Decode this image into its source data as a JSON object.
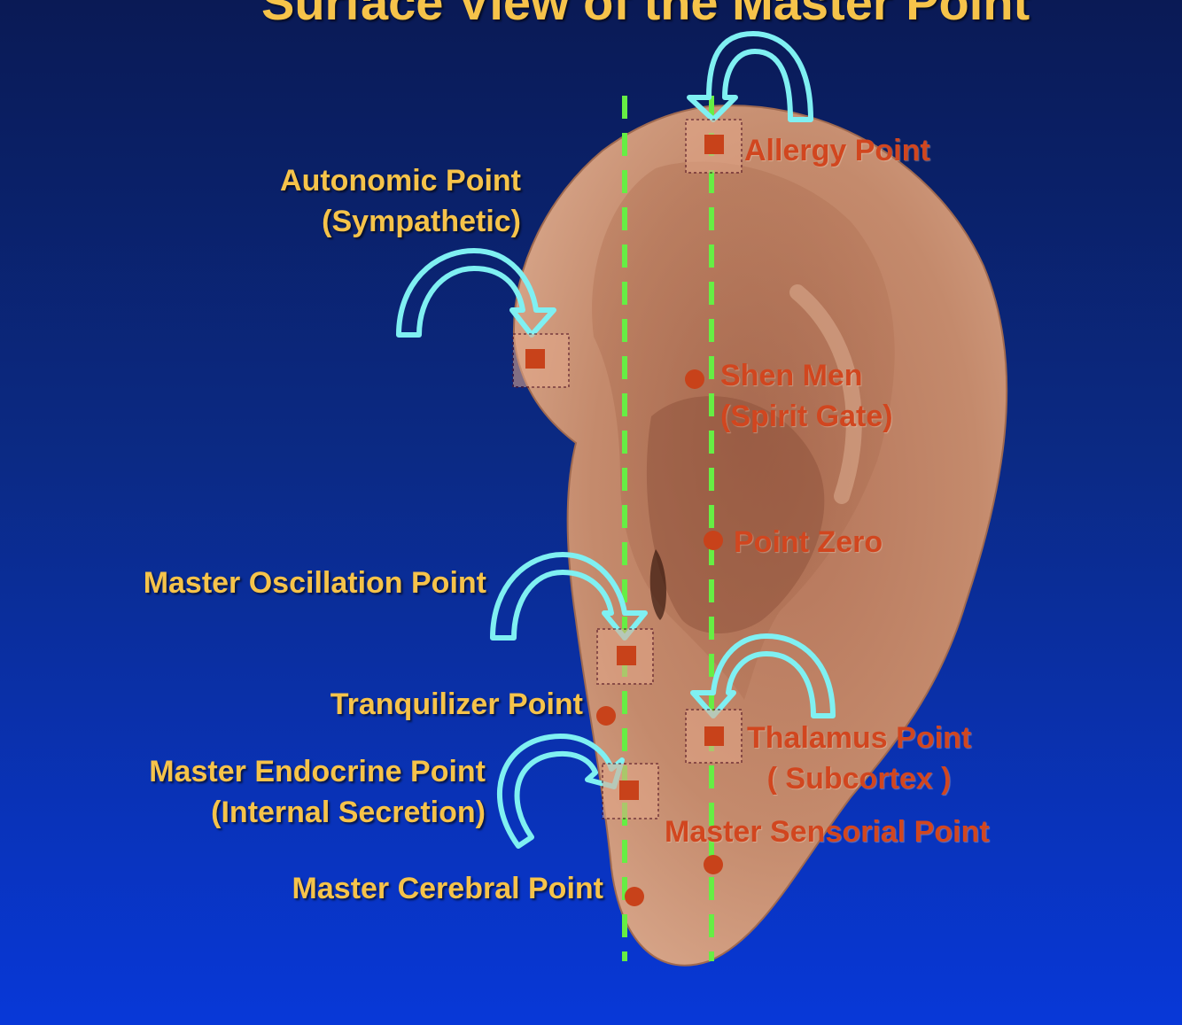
{
  "slide": {
    "title": "Surface View of the Master Point",
    "colors": {
      "background_top": "#0a1a55",
      "background_bottom": "#0838d8",
      "skin": "#c98f6f",
      "label_yellow": "#f6c34a",
      "label_red": "#d1461f",
      "arrow_cyan": "#7ff0f2",
      "guide_green": "#66ee44"
    }
  },
  "points": [
    {
      "key": "allergy",
      "marker": "square",
      "lines": [
        "Allergy Point"
      ]
    },
    {
      "key": "autonomic",
      "marker": "square",
      "lines": [
        "Autonomic Point",
        "(Sympathetic)"
      ]
    },
    {
      "key": "shen_men",
      "marker": "dot",
      "lines": [
        "Shen Men",
        "(Spirit Gate)"
      ]
    },
    {
      "key": "point_zero",
      "marker": "dot",
      "lines": [
        "Point Zero"
      ]
    },
    {
      "key": "master_oscillation",
      "marker": "square",
      "lines": [
        "Master Oscillation Point"
      ]
    },
    {
      "key": "tranquilizer",
      "marker": "dot",
      "lines": [
        "Tranquilizer Point"
      ]
    },
    {
      "key": "thalamus",
      "marker": "square",
      "lines": [
        "Thalamus Point",
        "( Subcortex )"
      ]
    },
    {
      "key": "master_endocrine",
      "marker": "square",
      "lines": [
        "Master Endocrine Point",
        "(Internal Secretion)"
      ]
    },
    {
      "key": "master_sensorial",
      "marker": "dot",
      "lines": [
        "Master Sensorial Point"
      ]
    },
    {
      "key": "master_cerebral",
      "marker": "dot",
      "lines": [
        "Master Cerebral Point"
      ]
    }
  ],
  "icons": {
    "ear": "ear-illustration",
    "arrow": "curved-arrow-icon",
    "square_marker": "square-point-marker",
    "dot_marker": "round-point-marker",
    "guide_line": "dashed-guide-line"
  }
}
